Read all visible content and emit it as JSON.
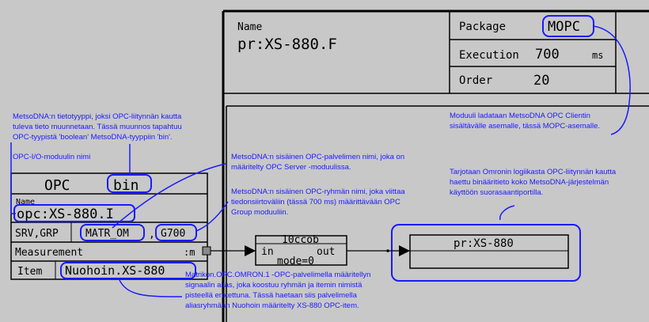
{
  "header": {
    "name_label": "Name",
    "name_value": "pr:XS-880.F",
    "package_label": "Package",
    "package_value": "MOPC",
    "execution_label": "Execution",
    "execution_value": "700",
    "execution_unit": "ms",
    "order_label": "Order",
    "order_value": "20"
  },
  "opc_module": {
    "title": "OPC",
    "type": "bin",
    "name_label": "Name",
    "name_value": "opc:XS-880.I",
    "srv_grp_label": "SRV,GRP",
    "server": "MATR_OM",
    "comma": ",",
    "group": "G700",
    "measurement_label": "Measurement",
    "measurement_port": ":m",
    "item_label": "Item",
    "item_value": "Nuohoin.XS-880"
  },
  "copy_block": {
    "title": "10ccob",
    "in_label": "in",
    "out_label": "out",
    "mode": "mode=0"
  },
  "target_block": {
    "name": "pr:XS-880"
  },
  "annotations": {
    "datatype": [
      "MetsoDNA:n tietotyyppi, joksi OPC-liitynnän kautta",
      "tuleva tieto muunnetaan. Tässä muunnos tapahtuu",
      "OPC-tyypistä 'boolean' MetsoDNA-tyyppiin 'bin'."
    ],
    "module_name": [
      "OPC-I/O-moduulin nimi"
    ],
    "server_name": [
      "MetsoDNA:n sisäinen OPC-palvelimen nimi, joka on",
      "määritelty OPC Server -moduulissa."
    ],
    "group_name": [
      "MetsoDNA:n sisäinen OPC-ryhmän nimi, joka viittaa",
      "tiedonsiirtoväliin (tässä 700 ms) määrittävään OPC",
      "Group moduuliin."
    ],
    "package": [
      "Moduuli ladataan MetsoDNA OPC Clientin",
      "sisältävälle asemalle, tässä MOPC-asemalle."
    ],
    "omron": [
      "Tarjotaan Omronin logiikasta OPC-liitynnän kautta",
      "haettu binääritieto koko MetsoDNA-järjestelmän",
      "käyttöön suorasaantiportilla."
    ],
    "item": [
      "Matrikon.OPC.OMRON.1 -OPC-palvelimella määritellyn",
      "signaalin alias, joka koostuu ryhmän ja itemin nimistä",
      "pisteellä erotettuna. Tässä haetaan siis palvelimella",
      "aliasryhmään Nuohoin määritelty XS-880 OPC-item."
    ]
  },
  "colors": {
    "background": "#c8c8c8",
    "annotation": "#1a1aff",
    "line": "#000000"
  }
}
